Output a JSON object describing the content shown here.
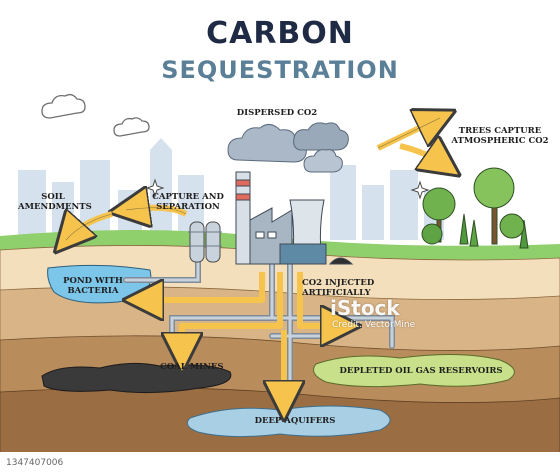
{
  "title": {
    "line1": "CARBON",
    "line2": "SEQUESTRATION"
  },
  "labels": {
    "dispersed": "DISPERSED CO2",
    "trees": "TREES CAPTURE\nATMOSPHERIC CO2",
    "soil": "SOIL\nAMENDMENTS",
    "capture": "CAPTURE AND\nSEPARATION",
    "pond": "POND WITH\nBACTERIA",
    "injected": "CO2 INJECTED\nARTIFICIALLY",
    "coal": "COAL MINES",
    "depleted": "DEPLETED OIL GAS RESERVOIRS",
    "aquifers": "DEEP AQUIFERS"
  },
  "watermark": {
    "brand": "iStock",
    "credit": "Credit: VectorMine"
  },
  "stock_id": "1347407006",
  "colors": {
    "title_dark": "#1f2a44",
    "title_blue": "#5c7f98",
    "arrow": "#f6c44d",
    "sky_city": "#d6e1ee",
    "grass": "#8fcf6c",
    "soil_light": "#f3dfbb",
    "soil_mid": "#d9b486",
    "soil_dark": "#b98c5c",
    "soil_deep": "#9a6d42",
    "water": "#7cc6ea",
    "coal": "#3a3a3a",
    "oil": "#c8e08a",
    "pipe": "#b8c4cf"
  }
}
